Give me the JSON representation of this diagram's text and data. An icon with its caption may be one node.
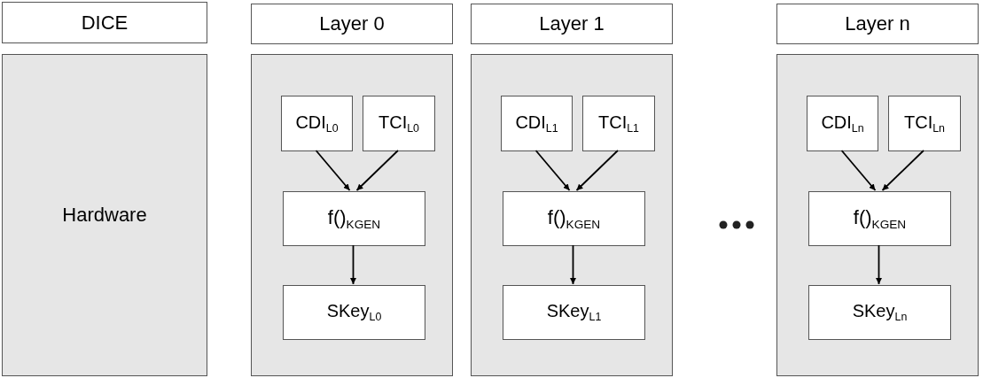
{
  "diagram": {
    "nodes": [
      {
        "text": [
          "DICE"
        ]
      },
      {
        "text": [
          "Hardware"
        ]
      },
      {
        "text": [
          "Layer 0"
        ]
      },
      {
        "text": [],
        "shape": "box"
      },
      {
        "text": [
          "CDI$_{L0}$"
        ],
        "in": 3
      },
      {
        "text": [
          "TCI$_{L0}$"
        ],
        "in": 3
      },
      {
        "text": [
          "f()$_{KGEN}$"
        ],
        "in": 3
      },
      {
        "text": [
          "SKey$_{L0}$"
        ],
        "in": 3
      },
      {
        "text": [
          "Layer 1"
        ]
      },
      {
        "text": [],
        "shape": "box"
      },
      {
        "text": [
          "CDI$_{L1}$"
        ],
        "in": 9
      },
      {
        "text": [
          "TCI$_{L1}$"
        ],
        "in": 9
      },
      {
        "text": [
          "f()$_{KGEN}$"
        ],
        "in": 9
      },
      {
        "text": [
          "SKey$_{L1}$"
        ],
        "in": 9
      },
      {
        "text": [
          "Layer n"
        ]
      },
      {
        "text": [],
        "shape": "box"
      },
      {
        "text": [
          "CDI$_{Ln}$"
        ],
        "in": 15
      },
      {
        "text": [
          "TCI$_{Ln}$"
        ],
        "in": 15
      },
      {
        "text": [
          "f()$_{KGEN}$"
        ],
        "in": 15
      },
      {
        "text": [
          "SKey$_{Ln}$"
        ],
        "in": 15
      }
    ],
    "edges": [
      {
        "from": 4,
        "to": 6,
        "arrow": "to"
      },
      {
        "from": 5,
        "to": 6,
        "arrow": "to"
      },
      {
        "from": 6,
        "to": 7,
        "arrow": "to"
      },
      {
        "from": 10,
        "to": 12,
        "arrow": "to"
      },
      {
        "from": 11,
        "to": 12,
        "arrow": "to"
      },
      {
        "from": 12,
        "to": 13,
        "arrow": "to"
      },
      {
        "from": 16,
        "to": 18,
        "arrow": "to"
      },
      {
        "from": 17,
        "to": 18,
        "arrow": "to"
      },
      {
        "from": 18,
        "to": 19,
        "arrow": "to"
      }
    ]
  }
}
